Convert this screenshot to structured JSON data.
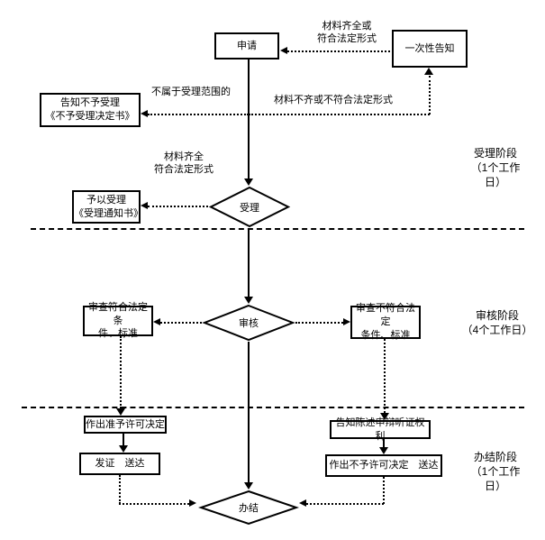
{
  "colors": {
    "line": "#000000",
    "background": "#ffffff"
  },
  "nodes": {
    "apply": "申请",
    "one_time_notice": "一次性告知",
    "reject_notice": "告知不予受理\n《不予受理决定书》",
    "accept_notice": "予以受理\n《受理通知书》",
    "accept_decision": "受理",
    "review_pass": "审查符合法定条\n件、标准",
    "review_decision": "审核",
    "review_fail": "审查不符合法定\n条件、标准",
    "grant_decision": "作出准予许可决定",
    "issue_deliver": "发证　送达",
    "hearing_rights": "告知陈述申辩听证权利",
    "deny_decision": "作出不予许可决定　送达",
    "finish_decision": "办结"
  },
  "edge_labels": {
    "materials_complete_top": "材料齐全或\n符合法定形式",
    "out_of_scope": "不属于受理范围的",
    "materials_incomplete": "材料不齐或不符合法定形式",
    "materials_complete_mid": "材料齐全\n符合法定形式"
  },
  "stages": {
    "accept": "受理阶段\n（1个工作\n日）",
    "review": "审核阶段\n（4个工作日）",
    "finish": "办结阶段\n（1个工作\n日）"
  }
}
